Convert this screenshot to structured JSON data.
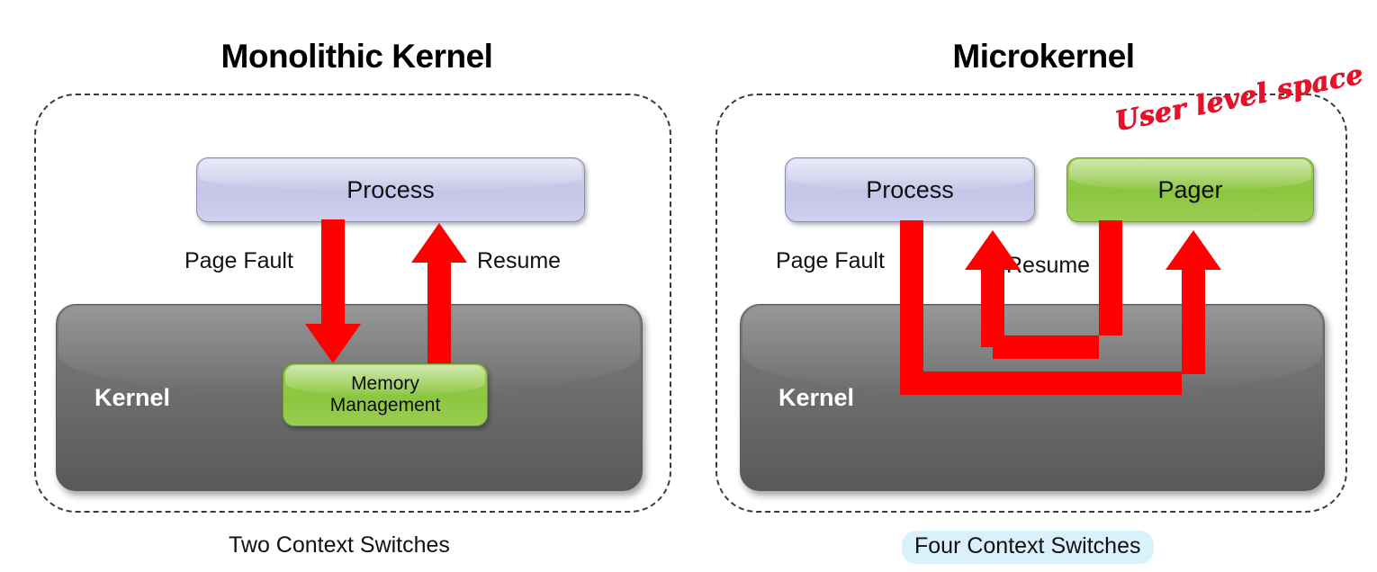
{
  "colors": {
    "arrow_red": "#ff0000",
    "handwriting_red": "#e8112a",
    "process_fill": "#c9c9ea",
    "green_fill": "#8cc63f",
    "kernel_fill": "#6e6e6e",
    "dashed_border": "#3a3a3a",
    "highlight_cyan": "#d8f1fb"
  },
  "panels": [
    {
      "id": "monolithic",
      "title": "Monolithic Kernel",
      "boxes": {
        "process": "Process",
        "kernel": "Kernel",
        "service": "Memory\nManagement",
        "service_line1": "Memory",
        "service_line2": "Management"
      },
      "flow_labels": {
        "page_fault": "Page Fault",
        "resume": "Resume"
      },
      "caption": "Two Context Switches",
      "arrows": [
        {
          "name": "page-fault-down",
          "direction": "down",
          "from": "Process",
          "to": "Memory Management"
        },
        {
          "name": "resume-up",
          "direction": "up",
          "from": "Memory Management",
          "to": "Process"
        }
      ]
    },
    {
      "id": "microkernel",
      "title": "Microkernel",
      "boxes": {
        "process": "Process",
        "kernel": "Kernel",
        "pager": "Pager"
      },
      "flow_labels": {
        "page_fault": "Page Fault",
        "resume": "Resume"
      },
      "annotation": "User level space",
      "caption": "Four Context Switches",
      "arrows": [
        {
          "name": "process-to-pager",
          "direction": "up",
          "from": "Process",
          "to": "Pager"
        },
        {
          "name": "pager-to-process",
          "direction": "up",
          "from": "Pager",
          "to": "Process"
        }
      ]
    }
  ]
}
